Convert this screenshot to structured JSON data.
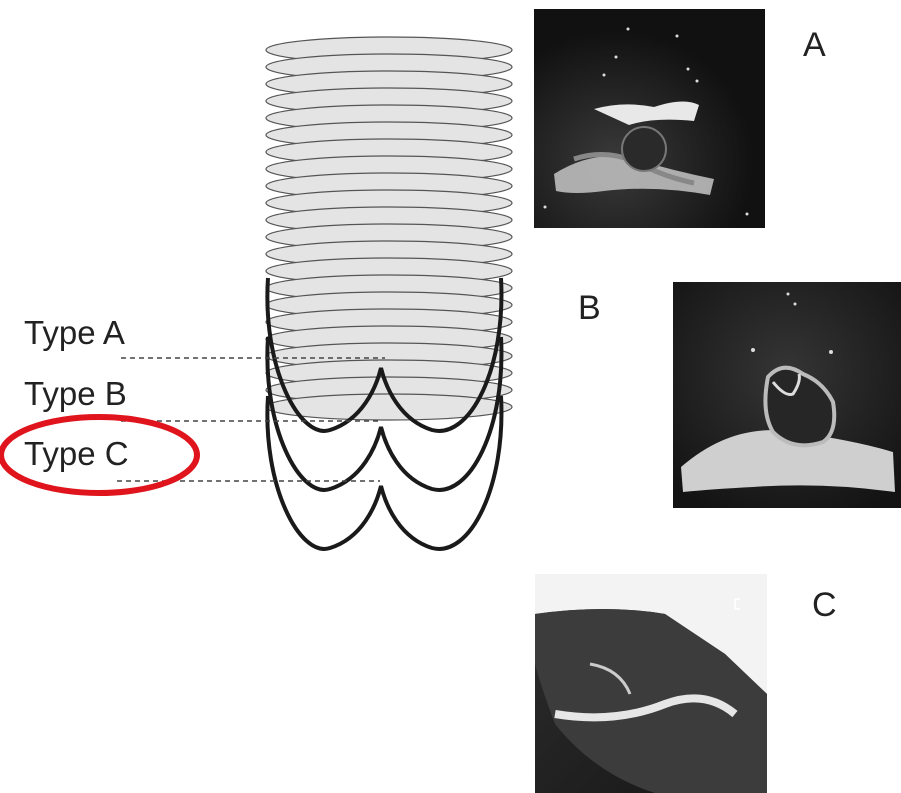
{
  "labels": {
    "type_a": "Type A",
    "type_b": "Type B",
    "type_c": "Type C"
  },
  "panels": {
    "a": "A",
    "b": "B",
    "c": "C"
  },
  "colors": {
    "highlight": "#e0141c",
    "ring_fill": "#e4e4e4",
    "ring_stroke": "#555555",
    "leaflet": "#1a1a1a",
    "dash": "#444444"
  },
  "highlighted": "type_c"
}
